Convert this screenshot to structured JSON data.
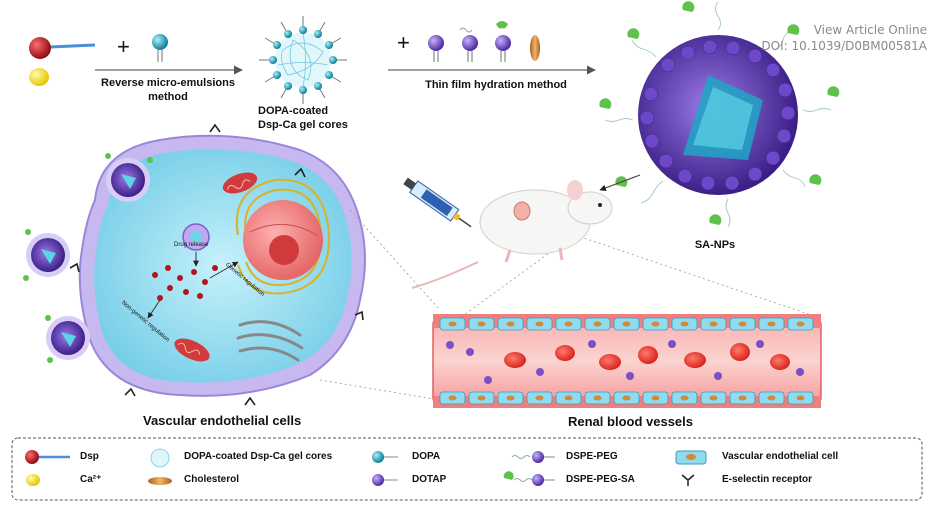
{
  "doi_link": {
    "line1": "View Article Online",
    "line2": "DOI: 10.1039/D0BM00581A"
  },
  "synthesis": {
    "step1_line1": "Reverse micro-emulsions",
    "step1_line2": "method",
    "core_line1": "DOPA-coated",
    "core_line2": "Dsp-Ca gel cores",
    "step2": "Thin film hydration method",
    "product": "SA-NPs",
    "plus": "+"
  },
  "cell": {
    "title": "Vascular endothelial cells",
    "drug_release": "Drug release",
    "genetic": "Genetic regulation",
    "non_genetic": "Non-genetic regulation"
  },
  "vessel": {
    "title": "Renal blood vessels"
  },
  "legend": {
    "dsp": "Dsp",
    "ca": "Ca²⁺",
    "core": "DOPA-coated Dsp-Ca gel cores",
    "cholesterol": "Cholesterol",
    "dopa": "DOPA",
    "dotap": "DOTAP",
    "dspe_peg": "DSPE-PEG",
    "dspe_peg_sa": "DSPE-PEG-SA",
    "endothelial": "Vascular endothelial cell",
    "receptor": "E-selectin receptor"
  },
  "colors": {
    "dsp_red": "#b0151d",
    "ca_yellow": "#f4e21c",
    "dopa_teal": "#17a9c0",
    "dotap_purple": "#7a4fc9",
    "sa_green": "#5ec24a",
    "cholesterol": "#d08a3a",
    "cell_blue": "#8fdcf0",
    "vessel_red": "#f26d6d"
  }
}
